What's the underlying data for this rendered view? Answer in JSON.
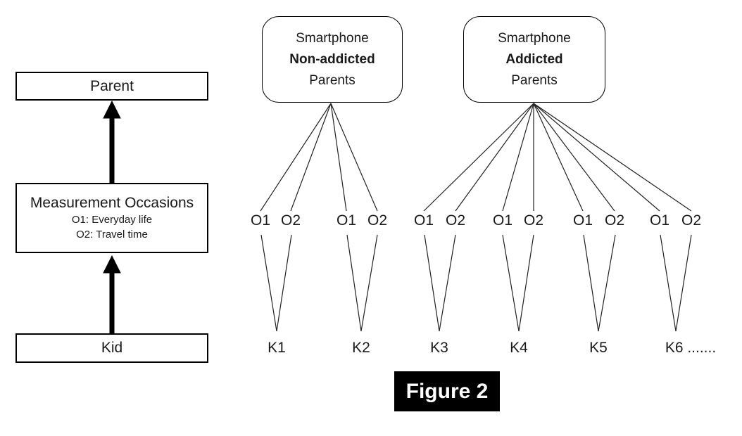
{
  "caption": {
    "text": "Figure 2",
    "bg": "#000000",
    "color": "#ffffff"
  },
  "hierarchy_panel": {
    "parent_box_label": "Parent",
    "measurement_box": {
      "title": "Measurement Occasions",
      "occasion1": "O1: Everyday life",
      "occasion2": "O2: Travel time"
    },
    "kid_box_label": "Kid"
  },
  "group_boxes": [
    {
      "line1": "Smartphone",
      "line2_bold": "Non-addicted",
      "line3": "Parents"
    },
    {
      "line1": "Smartphone",
      "line2_bold": "Addicted",
      "line3": "Parents"
    }
  ],
  "occasion_labels": [
    "O1",
    "O2",
    "O1",
    "O2",
    "O1",
    "O2",
    "O1",
    "O2",
    "O1",
    "O2",
    "O1",
    "O2"
  ],
  "kid_labels": [
    "K1",
    "K2",
    "K3",
    "K4",
    "K5",
    "K6 ......."
  ],
  "colors": {
    "line": "#222222",
    "arrow": "#000000",
    "background": "#ffffff"
  }
}
